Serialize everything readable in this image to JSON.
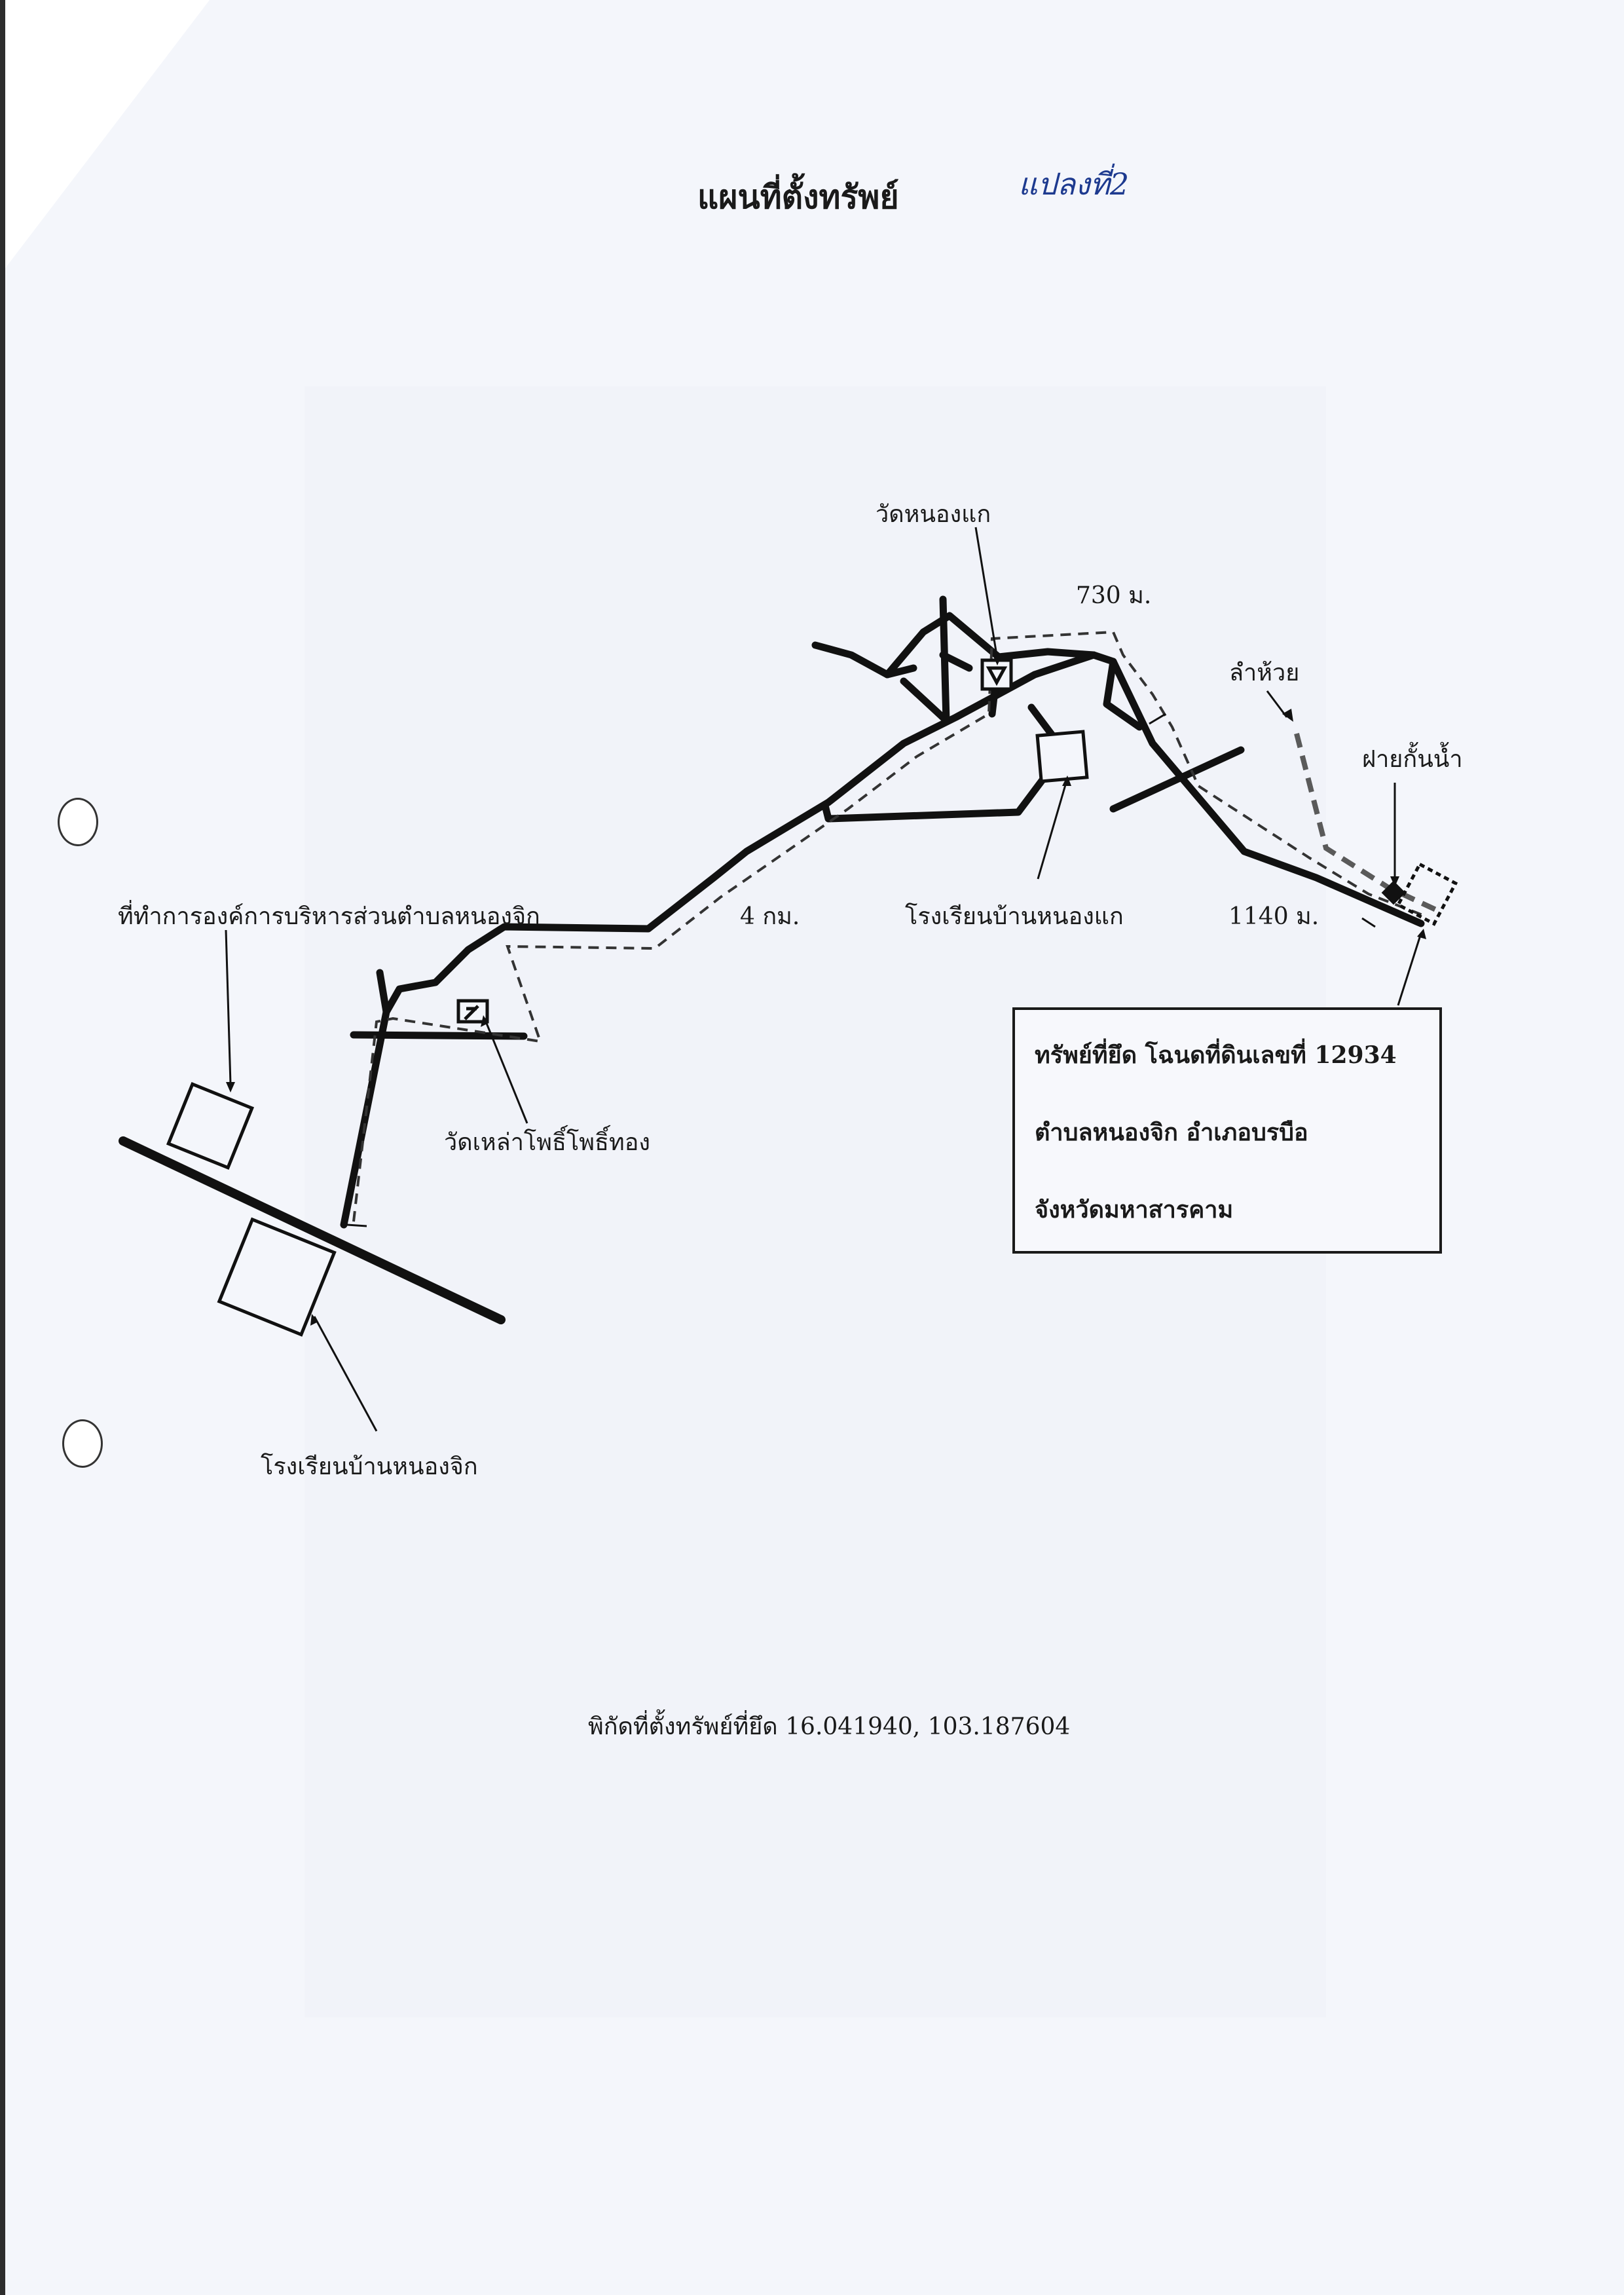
{
  "document": {
    "title": "แผนที่ตั้งทรัพย์",
    "handwritten_note": "แปลงที่2",
    "coordinates_line": "พิกัดที่ตั้งทรัพย์ที่ยึด 16.041940, 103.187604"
  },
  "map": {
    "labels": {
      "temple_nongkae": "วัดหนองแก",
      "distance_730": "730 ม.",
      "stream": "ลำห้วย",
      "weir": "ฝายกั้นน้ำ",
      "sao_office": "ที่ทำการองค์การบริหารส่วนตำบลหนองจิก",
      "distance_4km": "4 กม.",
      "school_nongkae": "โรงเรียนบ้านหนองแก",
      "distance_1140": "1140 ม.",
      "temple_laophothi": "วัดเหล่าโพธิ์โพธิ์ทอง",
      "school_nongjik": "โรงเรียนบ้านหนองจิก"
    },
    "property_info": {
      "line1": "ทรัพย์ที่ยึด โฉนดที่ดินเลขที่ 12934",
      "line2": "ตำบลหนองจิก    อำเภอบรบือ",
      "line3": "จังหวัดมหาสารคาม"
    },
    "colors": {
      "road": "#111111",
      "route": "#333333",
      "stream": "#5a5a5a",
      "handwriting": "#1d3a8f"
    }
  }
}
